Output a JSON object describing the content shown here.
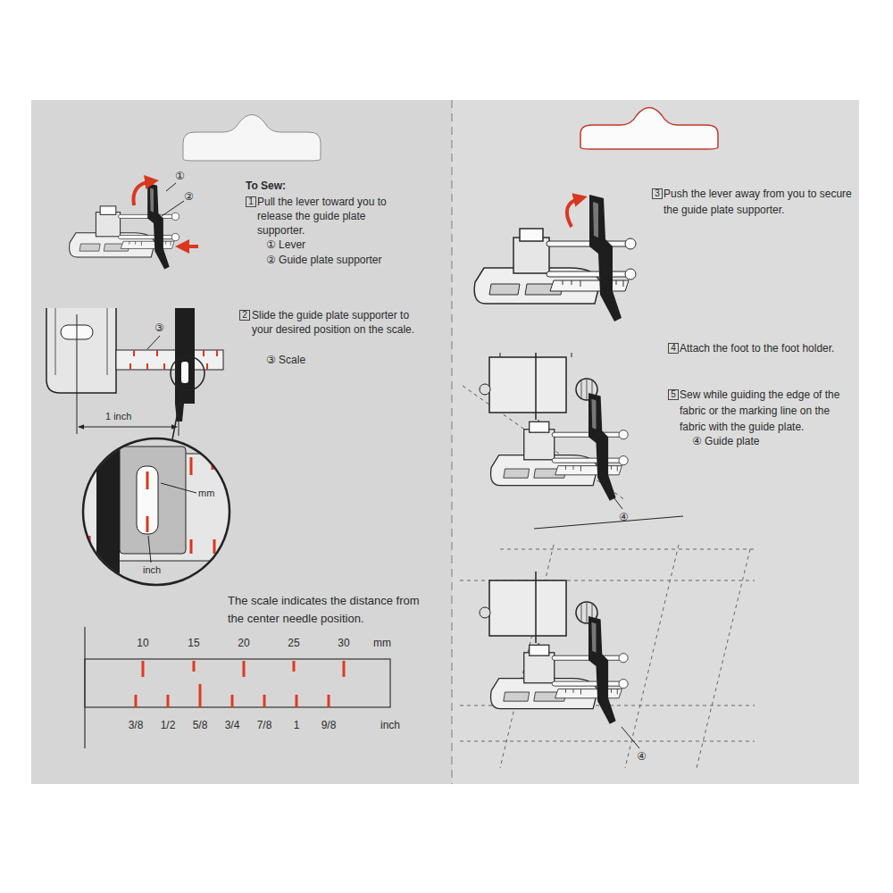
{
  "diagram": {
    "nodes": [
      {
        "text": [
          "1"
        ]
      },
      {
        "text": [
          "2"
        ]
      },
      {
        "text": [
          "3"
        ]
      },
      {
        "text": [
          "4"
        ]
      },
      {
        "text": [
          "5"
        ]
      }
    ],
    "labels": [
      "To Sew:",
      "Pull the lever toward you to release the guide plate supporter.",
      "① Lever",
      "② Guide plate supporter",
      "①",
      "②",
      "Slide the guide plate supporter to your desired position on the scale.",
      "③ Scale",
      "③",
      "1 inch",
      "mm",
      "inch",
      "The scale indicates the distance from the center needle position.",
      "10",
      "15",
      "20",
      "25",
      "30",
      "mm",
      "3/8",
      "1/2",
      "5/8",
      "3/4",
      "7/8",
      "1",
      "9/8",
      "inch",
      "Push the lever away from you to secure the guide plate supporter.",
      "Attach the foot to the foot holder.",
      "Sew while guiding the edge of the fabric or the marking line on the fabric with the guide plate.",
      "④ Guide plate",
      "④",
      "④"
    ]
  }
}
